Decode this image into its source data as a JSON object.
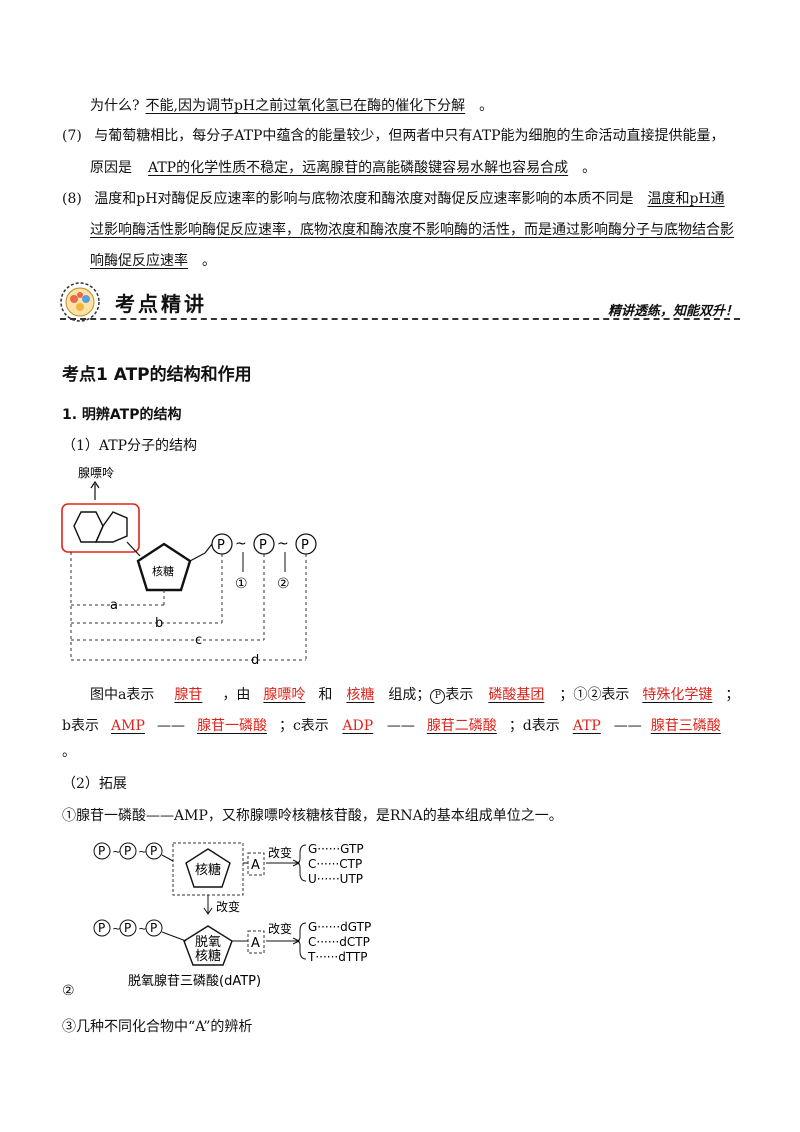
{
  "answers": {
    "q6_prefix": "为什么?",
    "q6_answer": "不能,因为调节pH之前过氧化氢已在酶的催化下分解",
    "q6_end": "。",
    "q7_num": "(7)",
    "q7_text": "与葡萄糖相比，每分子ATP中蕴含的能量较少，但两者中只有ATP能为细胞的生命活动直接提供能量，",
    "q7_prefix": "原因是",
    "q7_answer": "ATP的化学性质不稳定，远离腺苷的高能磷酸键容易水解也容易合成",
    "q7_end": "。",
    "q8_num": "(8)",
    "q8_text": "温度和pH对酶促反应速率的影响与底物浓度和酶浓度对酶促反应速率影响的本质不同是",
    "q8_answer_1": "温度和pH通",
    "q8_answer_2": "过影响酶活性影响酶促反应速率，底物浓度和酶浓度不影响酶的活性，而是通过影响酶分子与底物结合影",
    "q8_answer_3": "响酶促反应速率",
    "q8_end": "。"
  },
  "banner": {
    "title": "考点精讲",
    "slogan": "精讲透练，知能双升！"
  },
  "section": {
    "heading": "考点1 ATP的结构和作用",
    "sub1": "1. 明辨ATP的结构",
    "sub1_1": "（1）ATP分子的结构"
  },
  "diagram1": {
    "adenine_label": "腺嘌呤",
    "ribose_label": "核糖",
    "phosphate": "P",
    "tilde": "~",
    "bond1": "①",
    "bond2": "②",
    "bracket_a": "a",
    "bracket_b": "b",
    "bracket_c": "c",
    "bracket_d": "d"
  },
  "fill": {
    "l1_t1": "图中a表示",
    "l1_a1": "腺苷",
    "l1_t2": "，由",
    "l1_a2": "腺嘌呤",
    "l1_t3": "和",
    "l1_a3": "核糖",
    "l1_t4": "组成；",
    "l1_p": "P",
    "l1_t5": "表示",
    "l1_a4": "磷酸基团",
    "l1_t6": "；①②表示",
    "l1_a5": "特殊化学键",
    "l1_t7": "；",
    "l2_t1": "b表示",
    "l2_a1": "AMP",
    "l2_dash1": "——",
    "l2_a2": "腺苷一磷酸",
    "l2_t2": "；c表示",
    "l2_a3": "ADP",
    "l2_dash2": "——",
    "l2_a4": "腺苷二磷酸",
    "l2_t3": "；d表示",
    "l2_a5": "ATP",
    "l2_dash3": "——",
    "l2_a6": "腺苷三磷酸",
    "l3": "。"
  },
  "extension": {
    "title": "（2）拓展",
    "item1": "①腺苷一磷酸——AMP，又称腺嘌呤核糖核苷酸，是RNA的基本组成单位之一。",
    "item2": "②",
    "item3": "③几种不同化合物中“A”的辨析"
  },
  "diagram2": {
    "p": "P",
    "ribose": "核糖",
    "deoxy_1": "脱氧",
    "deoxy_2": "核糖",
    "a": "A",
    "change": "改变",
    "top_rows": [
      "G······GTP",
      "C······CTP",
      "U······UTP"
    ],
    "bottom_rows": [
      "G······dGTP",
      "C······dCTP",
      "T······dTTP"
    ],
    "caption": "脱氧腺苷三磷酸(dATP)"
  }
}
